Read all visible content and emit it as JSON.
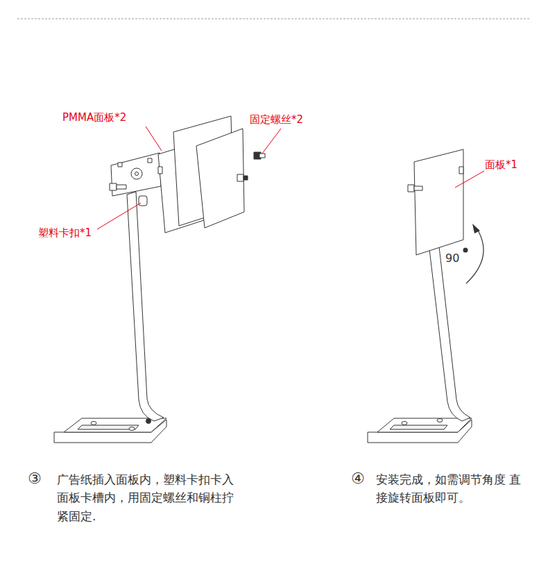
{
  "diagram": {
    "labels": [
      "PMMA面板*2",
      "固定螺丝*2",
      "塑料卡扣*1",
      "面板*1",
      "90",
      "③",
      "广告纸插入面板内，塑料卡扣卡入 面板卡槽内，用固定螺丝和铜柱拧 紧固定.",
      "④",
      "安装完成，如需调节角度 直接旋转面板即可。"
    ]
  }
}
